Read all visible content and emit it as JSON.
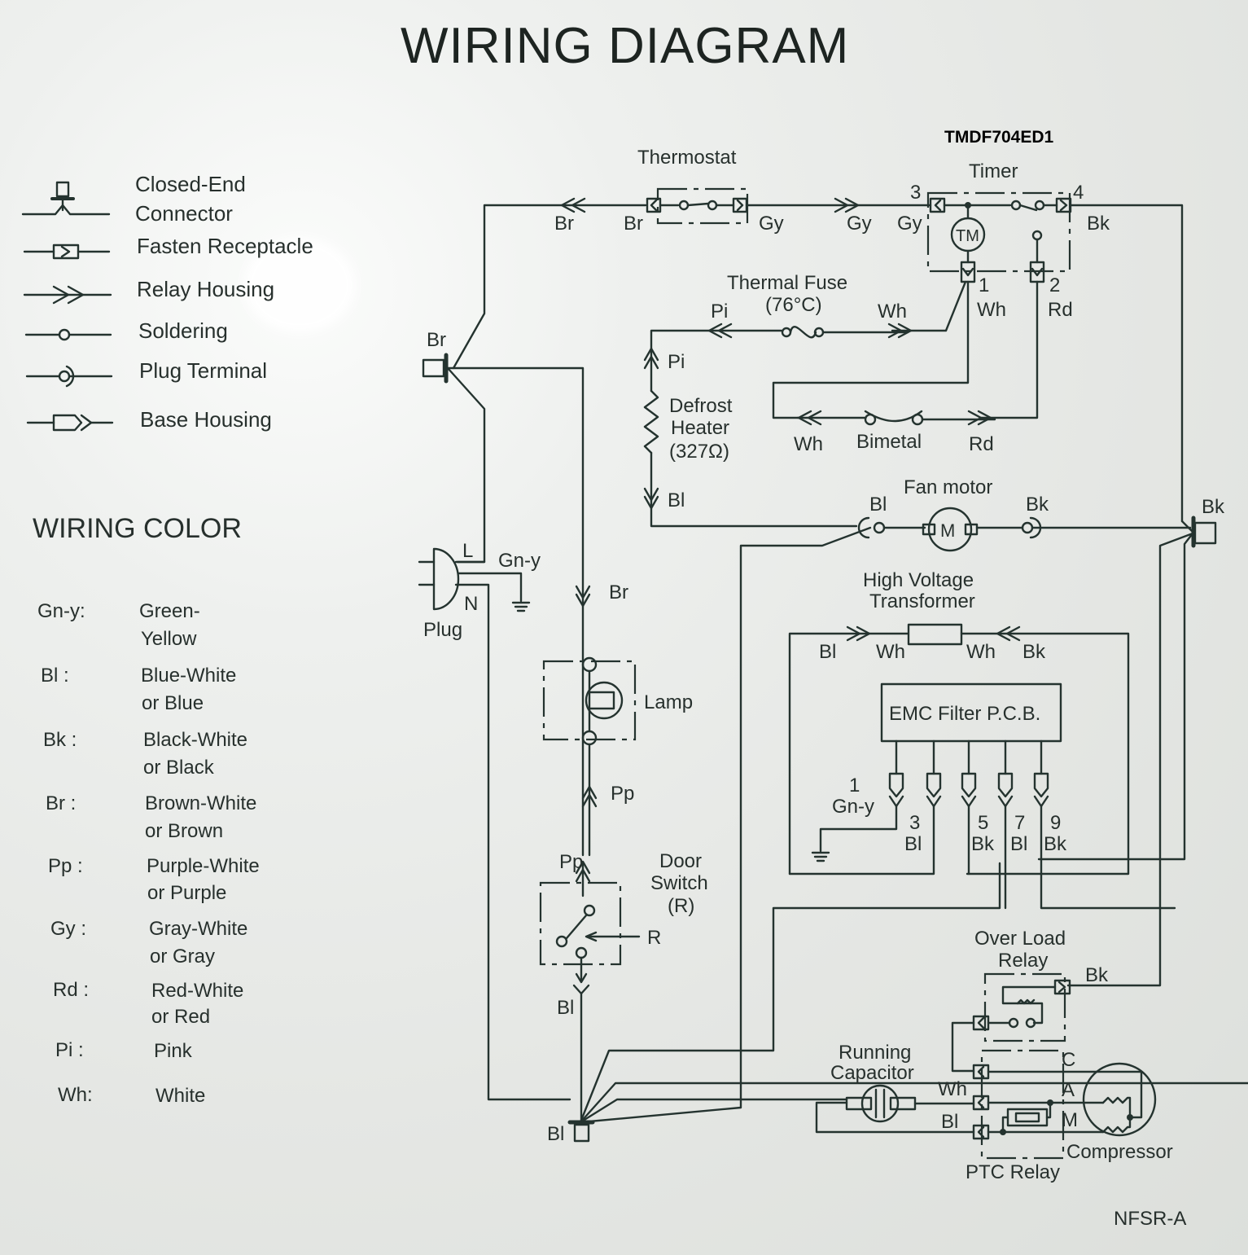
{
  "title": "WIRING DIAGRAM",
  "model_number": "TMDF704ED1",
  "drawing_code": "NFSR-A",
  "legend": {
    "items": [
      {
        "symbol": "closed-end-connector",
        "label_line1": "Closed-End",
        "label_line2": "Connector"
      },
      {
        "symbol": "fasten-receptacle",
        "label_line1": "Fasten Receptacle"
      },
      {
        "symbol": "relay-housing",
        "label_line1": "Relay Housing"
      },
      {
        "symbol": "soldering",
        "label_line1": "Soldering"
      },
      {
        "symbol": "plug-terminal",
        "label_line1": "Plug Terminal"
      },
      {
        "symbol": "base-housing",
        "label_line1": "Base Housing"
      }
    ]
  },
  "wiring_color": {
    "heading": "WIRING COLOR",
    "entries": [
      {
        "code": "Gn-y:",
        "line1": "Green-",
        "line2": "Yellow"
      },
      {
        "code": "Bl   :",
        "line1": "Blue-White",
        "line2": "or Blue"
      },
      {
        "code": "Bk  :",
        "line1": "Black-White",
        "line2": "or Black"
      },
      {
        "code": "Br  :",
        "line1": "Brown-White",
        "line2": "or Brown"
      },
      {
        "code": "Pp  :",
        "line1": "Purple-White",
        "line2": "or Purple"
      },
      {
        "code": "Gy  :",
        "line1": "Gray-White",
        "line2": "or Gray"
      },
      {
        "code": "Rd  :",
        "line1": "Red-White",
        "line2": "or Red"
      },
      {
        "code": "Pi   :",
        "line1": "Pink",
        "line2": ""
      },
      {
        "code": "Wh:",
        "line1": "White",
        "line2": ""
      }
    ]
  },
  "components": {
    "thermostat": {
      "name": "Thermostat",
      "in": "Br",
      "out": "Gy",
      "wire_left": "Br",
      "wire_right": "Gy"
    },
    "timer": {
      "name": "Timer",
      "motor": "TM",
      "term3": "3",
      "term4": "4",
      "term1": "1",
      "term2": "2",
      "in": "Gy",
      "out": "Bk",
      "t1_wire": "Wh",
      "t2_wire": "Rd"
    },
    "thermal_fuse": {
      "name": "Thermal Fuse",
      "rating": "(76°C)",
      "left": "Pi",
      "right": "Wh"
    },
    "defrost_heater": {
      "line1": "Defrost",
      "line2": "Heater",
      "rating": "(327Ω)",
      "top": "Pi",
      "bottom": "Bl"
    },
    "bimetal": {
      "name": "Bimetal",
      "left": "Wh",
      "right": "Rd"
    },
    "fan_motor": {
      "name": "Fan motor",
      "symbol": "M",
      "left": "Bl",
      "right": "Bk"
    },
    "closed_end_br": {
      "label": "Br"
    },
    "closed_end_bk": {
      "label": "Bk"
    },
    "closed_end_bl": {
      "label": "Bl"
    },
    "plug": {
      "name": "Plug",
      "live": "L",
      "neutral": "N",
      "ground": "Gn-y"
    },
    "lamp": {
      "name": "Lamp",
      "wire_top": "Br",
      "wire_bottom": "Pp"
    },
    "door_switch": {
      "line1": "Door",
      "line2": "Switch",
      "line3": "(R)",
      "top": "Pp",
      "bottom": "Bl",
      "actuator": "R"
    },
    "hv_transformer": {
      "line1": "High Voltage",
      "line2": "Transformer",
      "w1": "Bl",
      "w2": "Wh",
      "w3": "Wh",
      "w4": "Bk"
    },
    "emc_filter": {
      "name": "EMC Filter P.C.B.",
      "pins": [
        {
          "num": "1",
          "wire": "Gn-y"
        },
        {
          "num": "3",
          "wire": "Bl"
        },
        {
          "num": "5",
          "wire": "Bk"
        },
        {
          "num": "7",
          "wire": "Bl"
        },
        {
          "num": "9",
          "wire": "Bk"
        }
      ]
    },
    "overload_relay": {
      "line1": "Over Load",
      "line2": "Relay",
      "wire": "Bk"
    },
    "running_capacitor": {
      "line1": "Running",
      "line2": "Capacitor"
    },
    "ptc_relay": {
      "name": "PTC Relay",
      "wire_wh": "Wh",
      "wire_bl": "Bl"
    },
    "compressor": {
      "name": "Compressor",
      "c": "C",
      "a": "A",
      "m": "M"
    }
  }
}
